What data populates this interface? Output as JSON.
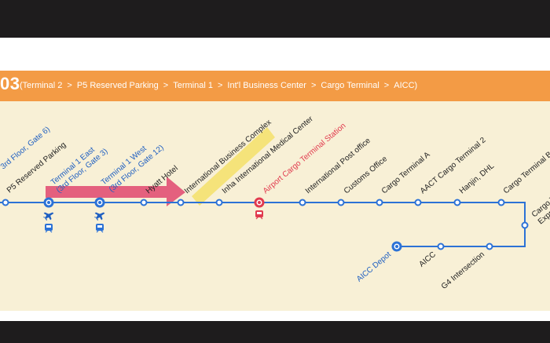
{
  "route": {
    "number": "03",
    "path": [
      "(Terminal 2",
      "P5 Reserved Parking",
      "Terminal 1",
      "Int'l Business Center",
      "Cargo Terminal",
      "AICC)"
    ],
    "separator": ">"
  },
  "stations": {
    "gate6": "3rd Floor, Gate 6)",
    "p5": "P5 Reserved Parking",
    "t1east_1": "Terminal 1 East",
    "t1east_2": "(3rd Floor, Gate 3)",
    "t1west_1": "Terminal 1 West",
    "t1west_2": "(3rd Floor, Gate 12)",
    "hyatt": "Hyatt Hotel",
    "ibc": "International Business Complex",
    "inha": "Inha International Medical Center",
    "cargo_station": "Airport Cargo Terminal Station",
    "post": "International Post office",
    "customs": "Customs Office",
    "cargoA": "Cargo Terminal A",
    "aact": "AACT Cargo Terminal 2",
    "hanjin": "Hanjin, DHL",
    "cargoB": "Cargo Terminal B",
    "cargoT_1": "Cargo T",
    "cargoT_2": "Expre",
    "aicc_depot": "AICC Depot",
    "aicc": "AICC",
    "g4": "G4 Intersection"
  },
  "colors": {
    "header": "#f39b45",
    "line": "#2c72d6",
    "map_bg": "#f8f0d6",
    "highlight_arrow": "#e0476f",
    "highlight_bar": "#f5e37a",
    "cargo_station": "#e13a4e"
  },
  "icons": [
    "airplane-icon",
    "train-icon"
  ]
}
